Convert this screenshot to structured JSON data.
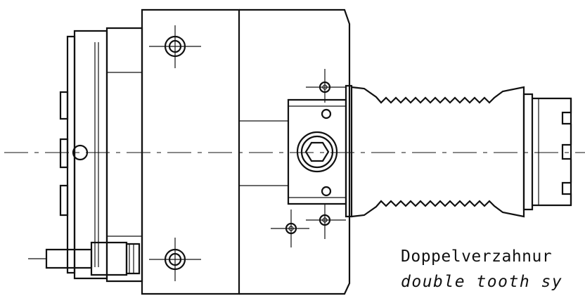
{
  "annotation": {
    "line_de": "Doppelverzahnur",
    "line_en": "double tooth sy"
  },
  "colors": {
    "ink": "#111111",
    "paper": "#ffffff"
  },
  "parts": [
    "mounting-flange",
    "housing-block",
    "adapter-plate",
    "bellows",
    "tool-chuck",
    "coolant-fitting",
    "hex-socket-screw",
    "centerline"
  ]
}
